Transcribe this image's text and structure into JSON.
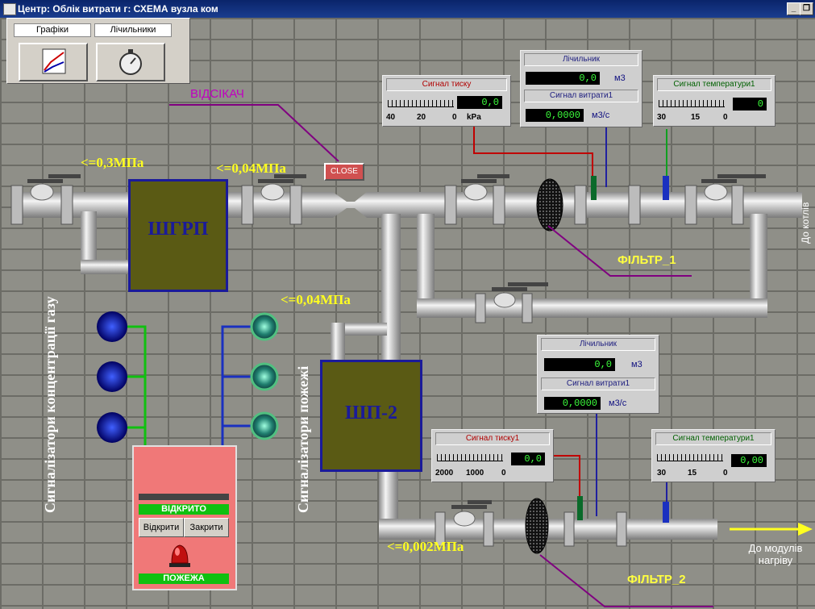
{
  "window": {
    "title": "Центр: Облік витрати г: СХЕМА вузла ком",
    "min_label": "_",
    "restore_label": "❐"
  },
  "toolbar": {
    "tab1": "Графіки",
    "tab2": "Лічильники",
    "btn1_icon": "chart-icon",
    "btn2_icon": "stopwatch-icon"
  },
  "labels": {
    "otsikach": "ВІДСІКАЧ",
    "close_btn": "CLOSE",
    "p1": "<=0,3МПа",
    "p2": "<=0,04МПа",
    "p3": "<=0,04МПа",
    "p4": "<=0,002МПа",
    "shgrp": "ШГРП",
    "shp2": "ШП-2",
    "filter1": "ФІЛЬТР_1",
    "filter2": "ФІЛЬТР_2",
    "to_boilers": "До котлів",
    "to_heating": "До модулів нагріву",
    "gas_sensors": "Сигналізатори концентрації газу",
    "fire_sensors": "Сигналізатори пожежі"
  },
  "gauges": {
    "pressure": {
      "title": "Сигнал тиску",
      "value": "0,0",
      "unit": "kPa",
      "ticks": [
        "40",
        "20",
        "0"
      ]
    },
    "counter1": {
      "title": "Лічильник",
      "value": "0,0",
      "unit": "м3"
    },
    "flow1": {
      "title": "Сигнал витрати1",
      "value": "0,0000",
      "unit": "м3/с"
    },
    "temp1": {
      "title": "Сигнал температури1",
      "value": "0",
      "ticks": [
        "30",
        "15",
        "0"
      ]
    },
    "counter2": {
      "title": "Лічильник",
      "value": "0,0",
      "unit": "м3"
    },
    "flow2": {
      "title": "Сигнал витрати1",
      "value": "0,0000",
      "unit": "м3/с"
    },
    "pressure1": {
      "title": "Сигнал тиску1",
      "value": "0,0",
      "ticks": [
        "2000",
        "1000",
        "0"
      ]
    },
    "temp2": {
      "title": "Сигнал температури1",
      "value": "0,00",
      "ticks": [
        "30",
        "15",
        "0"
      ]
    }
  },
  "fire_panel": {
    "status_open": "ВІДКРИТО",
    "btn_open": "Відкрити",
    "btn_close": "Закрити",
    "alarm": "ПОЖЕЖА"
  },
  "colors": {
    "brick": "#8f8f88",
    "box": "#5a5a14",
    "accent_yellow": "#ffff20"
  }
}
